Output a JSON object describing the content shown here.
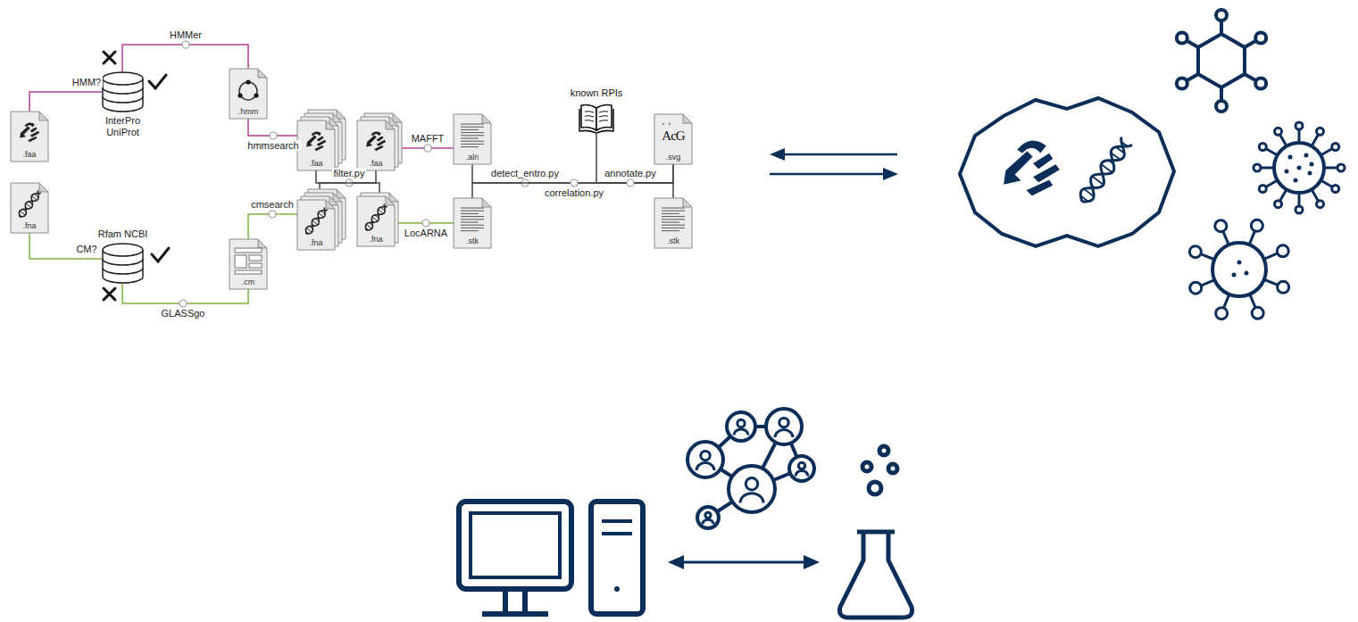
{
  "diagram": {
    "nodes": [
      {
        "text": [
          ".faa"
        ]
      },
      {
        "text": [
          "InterPro UniProt"
        ]
      },
      {
        "text": [
          ".hmm"
        ]
      },
      {
        "text": [
          ".faa"
        ]
      },
      {
        "text": [
          ".faa"
        ]
      },
      {
        "text": [
          ".aln"
        ]
      },
      {
        "text": [
          "known RPIs"
        ]
      },
      {
        "text": [
          ".svg"
        ]
      },
      {
        "text": [
          ".fna"
        ]
      },
      {
        "text": [
          "Rfam NCBI"
        ]
      },
      {
        "text": [
          ".cm"
        ]
      },
      {
        "text": [
          ".fna"
        ]
      },
      {
        "text": [
          ".fna"
        ]
      },
      {
        "text": [
          ".stk"
        ]
      },
      {
        "text": [
          ".stk"
        ]
      }
    ],
    "edges": [
      {
        "from": 0,
        "to": 1,
        "arrow": "none",
        "label": "HMM?"
      },
      {
        "from": 1,
        "to": 2,
        "arrow": "none",
        "label": "HMMer"
      },
      {
        "from": 2,
        "to": 3,
        "arrow": "none",
        "label": "hmmsearch"
      },
      {
        "from": 3,
        "to": 4,
        "arrow": "none",
        "label": "filter.py"
      },
      {
        "from": 11,
        "to": 12,
        "arrow": "none"
      },
      {
        "from": 4,
        "to": 5,
        "arrow": "none",
        "label": "MAFFT"
      },
      {
        "from": 12,
        "to": 13,
        "arrow": "none",
        "label": "LocARNA"
      },
      {
        "from": 5,
        "to": 7,
        "arrow": "none",
        "label": "detect_entro.py"
      },
      {
        "from": 13,
        "to": 14,
        "arrow": "none",
        "label": "correlation.py"
      },
      {
        "from": 6,
        "to": 7,
        "arrow": "none",
        "label": "annotate.py"
      },
      {
        "from": 8,
        "to": 9,
        "arrow": "none",
        "label": "CM?"
      },
      {
        "from": 9,
        "to": 10,
        "arrow": "none",
        "label": "GLASSgo"
      },
      {
        "from": 10,
        "to": 11,
        "arrow": "none",
        "label": "cmsearch"
      }
    ],
    "labels": [
      "AcG"
    ]
  }
}
